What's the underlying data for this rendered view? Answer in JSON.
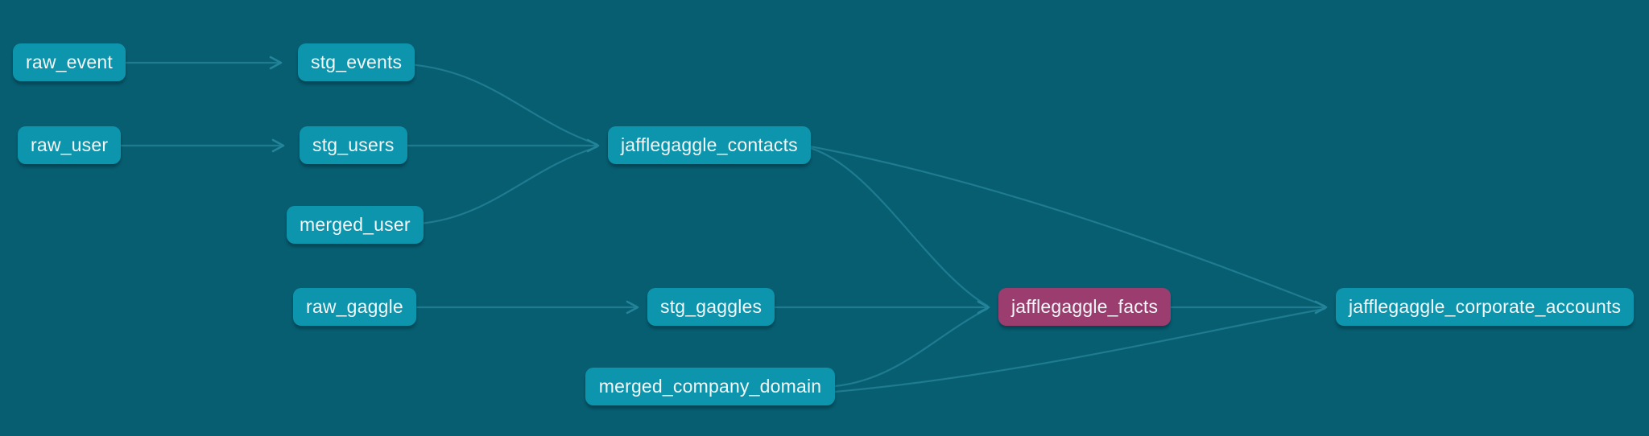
{
  "colors": {
    "background": "#075E71",
    "node": "#0C95AD",
    "node_highlight": "#9B3D6F",
    "edge": "#1E7B90",
    "arrow": "#23849A",
    "text": "#F2F7F8"
  },
  "graph": {
    "nodes": [
      {
        "id": "raw_event",
        "label": "raw_event",
        "variant": "default"
      },
      {
        "id": "stg_events",
        "label": "stg_events",
        "variant": "default"
      },
      {
        "id": "raw_user",
        "label": "raw_user",
        "variant": "default"
      },
      {
        "id": "stg_users",
        "label": "stg_users",
        "variant": "default"
      },
      {
        "id": "merged_user",
        "label": "merged_user",
        "variant": "default"
      },
      {
        "id": "jafflegaggle_contacts",
        "label": "jafflegaggle_contacts",
        "variant": "default"
      },
      {
        "id": "raw_gaggle",
        "label": "raw_gaggle",
        "variant": "default"
      },
      {
        "id": "stg_gaggles",
        "label": "stg_gaggles",
        "variant": "default"
      },
      {
        "id": "merged_company_domain",
        "label": "merged_company_domain",
        "variant": "default"
      },
      {
        "id": "jafflegaggle_facts",
        "label": "jafflegaggle_facts",
        "variant": "highlight"
      },
      {
        "id": "jafflegaggle_corporate_accounts",
        "label": "jafflegaggle_corporate_accounts",
        "variant": "default"
      }
    ],
    "edges": [
      {
        "from": "raw_event",
        "to": "stg_events"
      },
      {
        "from": "raw_user",
        "to": "stg_users"
      },
      {
        "from": "stg_events",
        "to": "jafflegaggle_contacts"
      },
      {
        "from": "stg_users",
        "to": "jafflegaggle_contacts"
      },
      {
        "from": "merged_user",
        "to": "jafflegaggle_contacts"
      },
      {
        "from": "raw_gaggle",
        "to": "stg_gaggles"
      },
      {
        "from": "stg_gaggles",
        "to": "jafflegaggle_facts"
      },
      {
        "from": "jafflegaggle_contacts",
        "to": "jafflegaggle_facts"
      },
      {
        "from": "merged_company_domain",
        "to": "jafflegaggle_facts"
      },
      {
        "from": "jafflegaggle_facts",
        "to": "jafflegaggle_corporate_accounts"
      },
      {
        "from": "jafflegaggle_contacts",
        "to": "jafflegaggle_corporate_accounts"
      },
      {
        "from": "merged_company_domain",
        "to": "jafflegaggle_corporate_accounts"
      }
    ]
  }
}
